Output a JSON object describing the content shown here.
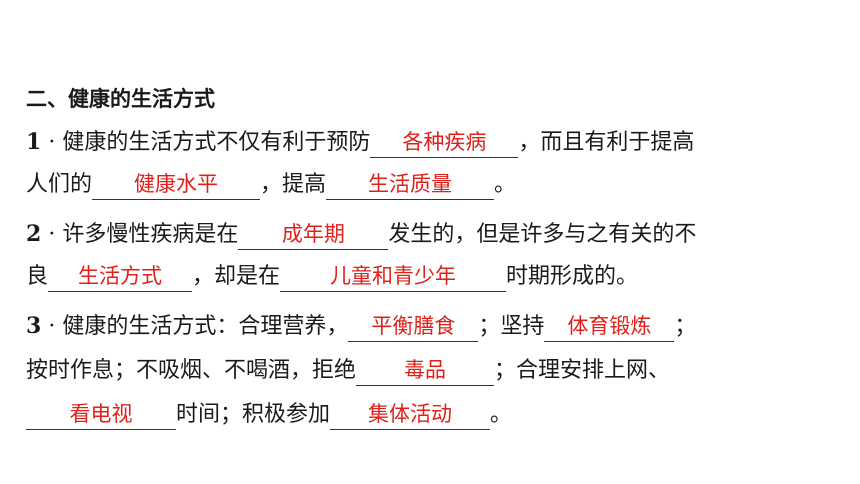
{
  "section_title": "二、健康的生活方式",
  "q1": {
    "num": "1",
    "sep": "·",
    "a": "健康的生活方式不仅有利于预防",
    "ans1": "各种疾病",
    "b": "，而且有利于提高",
    "c": "人们的",
    "ans2": "健康水平",
    "d": "，提高",
    "ans3": "生活质量",
    "e": "。"
  },
  "q2": {
    "num": "2",
    "sep": "·",
    "a": "许多慢性疾病是在",
    "ans1": "成年期",
    "b": "发生的，但是许多与之有关的不",
    "c": "良",
    "ans2": "生活方式",
    "d": "，却是在",
    "ans3": "儿童和青少年",
    "e": "时期形成的。"
  },
  "q3": {
    "num": "3",
    "sep": "·",
    "a": "健康的生活方式：合理营养，",
    "ans1": "平衡膳食",
    "b": "；坚持",
    "ans2": "体育锻炼",
    "c": "；",
    "d": "按时作息；不吸烟、不喝酒，拒绝",
    "ans3": "毒品",
    "e": "；合理安排上网、",
    "ans4": "看电视",
    "f": "时间；积极参加",
    "ans5": "集体活动",
    "g": "。"
  }
}
